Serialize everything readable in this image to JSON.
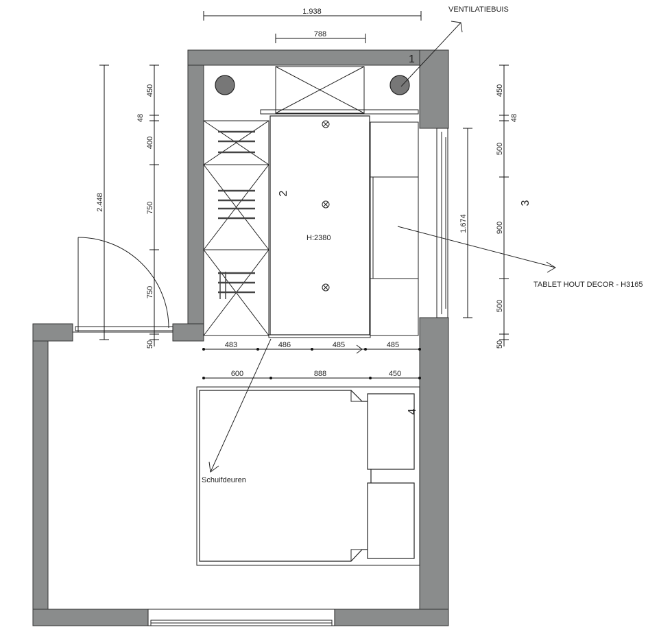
{
  "colors": {
    "wall": "#8a8c8c",
    "line": "#222222",
    "background": "#ffffff"
  },
  "labels": {
    "ventilation": "VENTILATIEBUIS",
    "shelf": "TABLET HOUT DECOR - H3165",
    "sliding_doors": "Schuifdeuren",
    "height": "H:2380",
    "marker_1": "1",
    "marker_2": "2",
    "marker_3": "3",
    "marker_4": "4"
  },
  "dimensions": {
    "top_total": "1.938",
    "top_inner": "788",
    "left_total": "2.448",
    "left_chain": [
      "450",
      "48",
      "400",
      "750",
      "750",
      "50"
    ],
    "right_chain": [
      "450",
      "48",
      "500",
      "900",
      "500",
      "50"
    ],
    "window_height": "1.674",
    "closet_widths": [
      "483",
      "486",
      "485",
      "485"
    ],
    "bed_widths": [
      "600",
      "888",
      "450"
    ]
  }
}
